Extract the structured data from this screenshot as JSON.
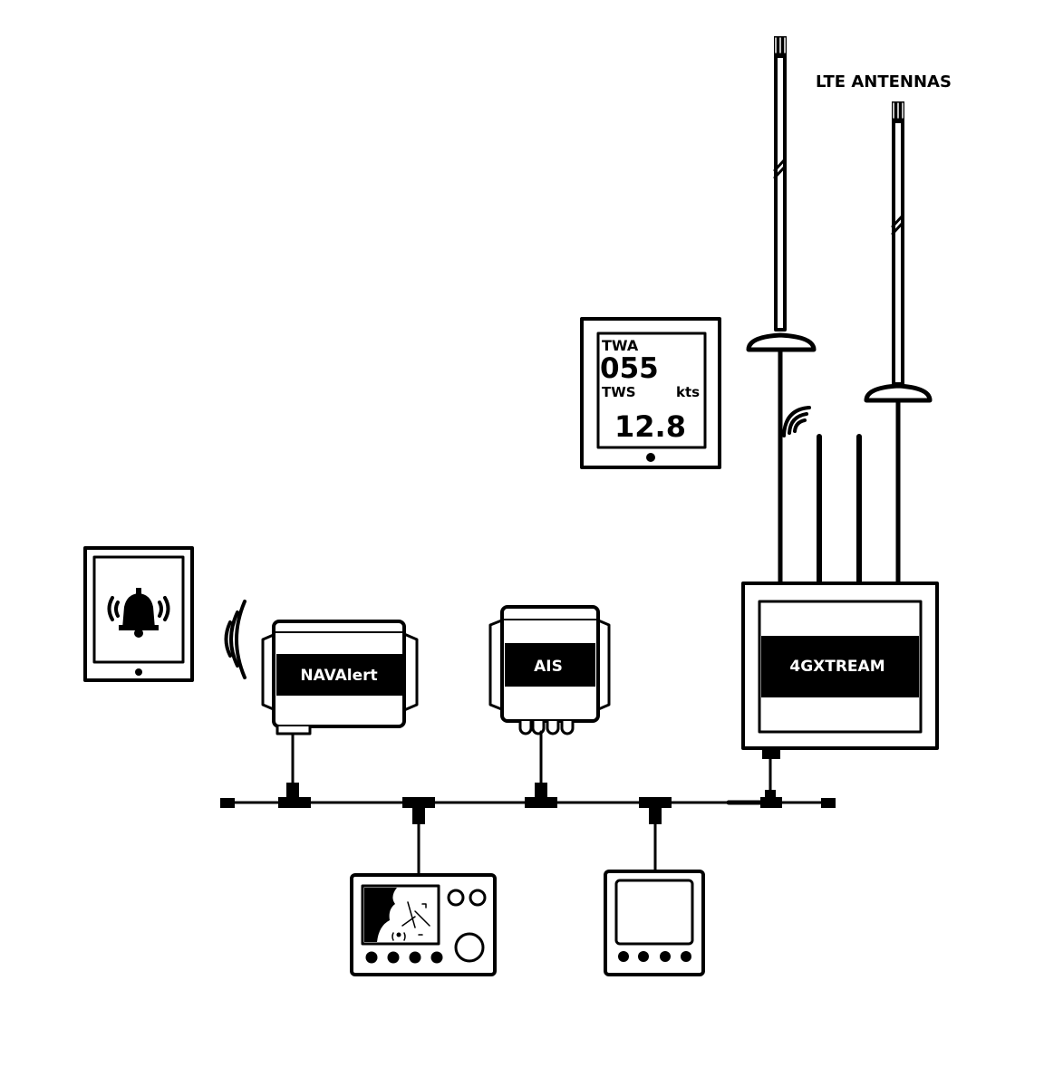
{
  "antennas": {
    "label": "LTE ANTENNAS"
  },
  "instrument": {
    "line1_label": "TWA",
    "line1_value": "055",
    "line2_label": "TWS",
    "line2_unit": "kts",
    "line2_value": "12.8"
  },
  "devices": {
    "navalert": "NAVAlert",
    "ais": "AIS",
    "router": "4GXTREAM"
  },
  "tablet": {
    "icon": "bell-alarm-icon"
  },
  "colors": {
    "ink": "#000000",
    "paper": "#ffffff"
  }
}
